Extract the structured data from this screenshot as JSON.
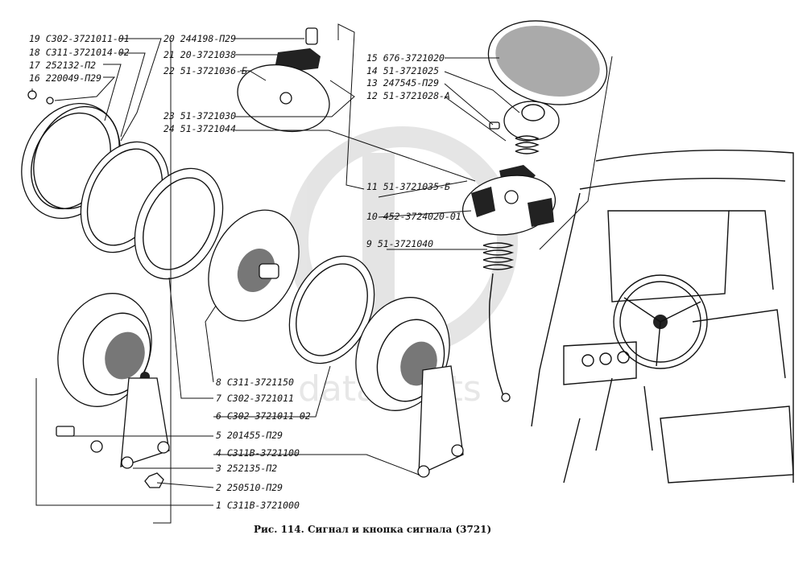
{
  "caption": "Рис. 114. Сигнал и кнопка сигнала (3721)",
  "watermark": "datafparts",
  "parts": [
    {
      "num": "1",
      "code": "С311В-3721000"
    },
    {
      "num": "2",
      "code": "250510-П29"
    },
    {
      "num": "3",
      "code": "252135-П2"
    },
    {
      "num": "4",
      "code": "С311В-3721100"
    },
    {
      "num": "5",
      "code": "201455-П29"
    },
    {
      "num": "6",
      "code": "С302-3721011-02"
    },
    {
      "num": "7",
      "code": "С302-3721011"
    },
    {
      "num": "8",
      "code": "С311-3721150"
    },
    {
      "num": "9",
      "code": "51-3721040"
    },
    {
      "num": "10",
      "code": "452-3724020-01"
    },
    {
      "num": "11",
      "code": "51-3721035-Б"
    },
    {
      "num": "12",
      "code": "51-3721028-А"
    },
    {
      "num": "13",
      "code": "247545-П29"
    },
    {
      "num": "14",
      "code": "51-3721025"
    },
    {
      "num": "15",
      "code": "676-3721020"
    },
    {
      "num": "16",
      "code": "220049-П29"
    },
    {
      "num": "17",
      "code": "252132-П2"
    },
    {
      "num": "18",
      "code": "С311-3721014-02"
    },
    {
      "num": "19",
      "code": "С302-3721011-01"
    },
    {
      "num": "20",
      "code": "244198-П29"
    },
    {
      "num": "21",
      "code": "20-3721038"
    },
    {
      "num": "22",
      "code": "51-3721036-Б"
    },
    {
      "num": "23",
      "code": "51-3721030"
    },
    {
      "num": "24",
      "code": "51-3721044"
    }
  ]
}
